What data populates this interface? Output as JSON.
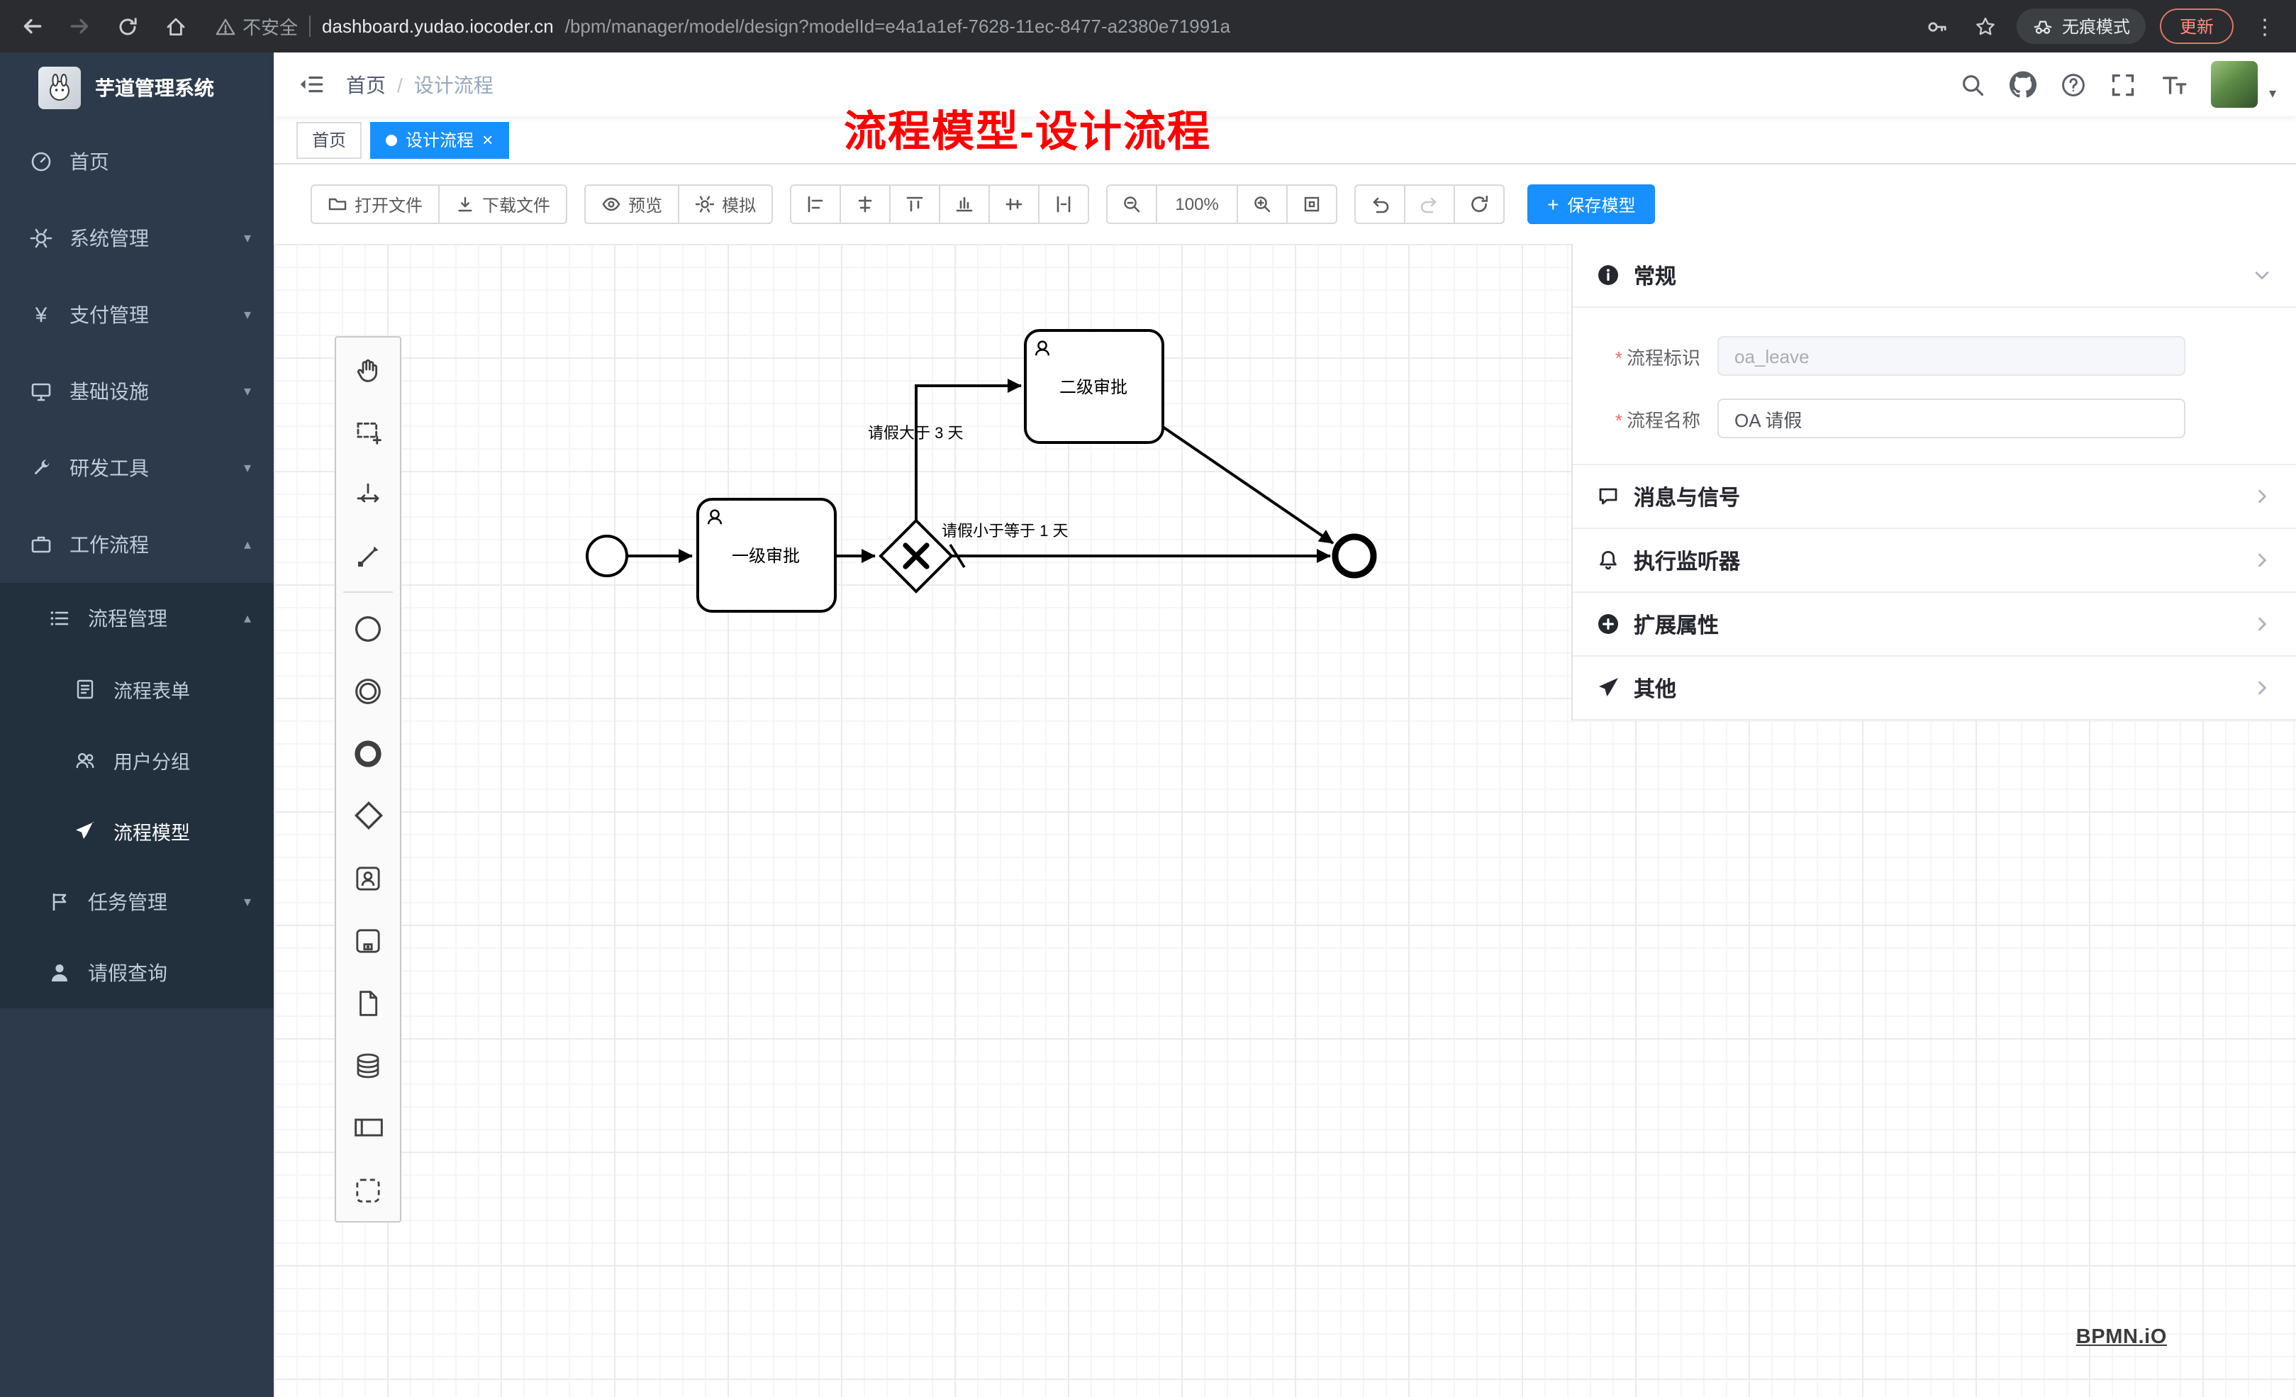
{
  "browser": {
    "secure_label": "不安全",
    "url_host": "dashboard.yudao.iocoder.cn",
    "url_path": "/bpm/manager/model/design?modelId=e4a1a1ef-7628-11ec-8477-a2380e71991a",
    "incognito_label": "无痕模式",
    "update_label": "更新"
  },
  "sidebar": {
    "title": "芋道管理系统",
    "items": [
      {
        "label": "首页"
      },
      {
        "label": "系统管理"
      },
      {
        "label": "支付管理"
      },
      {
        "label": "基础设施"
      },
      {
        "label": "研发工具"
      },
      {
        "label": "工作流程"
      }
    ],
    "sub": {
      "manage": {
        "label": "流程管理",
        "children": [
          {
            "label": "流程表单"
          },
          {
            "label": "用户分组"
          },
          {
            "label": "流程模型"
          }
        ]
      },
      "task": {
        "label": "任务管理"
      },
      "leave": {
        "label": "请假查询"
      }
    }
  },
  "header": {
    "breadcrumb_home": "首页",
    "breadcrumb_sep": "/",
    "breadcrumb_current": "设计流程",
    "annotation": "流程模型-设计流程"
  },
  "tabs": [
    {
      "label": "首页",
      "active": false
    },
    {
      "label": "设计流程",
      "active": true
    }
  ],
  "toolbar": {
    "open_file": "打开文件",
    "download_file": "下载文件",
    "preview": "预览",
    "simulate": "模拟",
    "zoom_level": "100%",
    "save_model": "保存模型"
  },
  "diagram": {
    "task1": "一级审批",
    "task2": "二级审批",
    "flow_gt": "请假大于 3 天",
    "flow_lte": "请假小于等于 1 天"
  },
  "panel": {
    "general_title": "常规",
    "required_mark": "*",
    "fields": [
      {
        "label": "流程标识",
        "value": "oa_leave"
      },
      {
        "label": "流程名称",
        "value": "OA 请假"
      }
    ],
    "sections": [
      {
        "label": "消息与信号"
      },
      {
        "label": "执行监听器"
      },
      {
        "label": "扩展属性"
      },
      {
        "label": "其他"
      }
    ]
  },
  "watermark": "BPMN.iO",
  "icons": {
    "close": "×",
    "plus": "+",
    "chevron_down": "▾",
    "chevron_up": "▴",
    "caret_down": "▾",
    "dots": "⋮",
    "star": "☆",
    "yen": "¥"
  },
  "colors": {
    "primary": "#1890ff",
    "annotation_red": "#ff0000",
    "sidebar_bg": "#2d3a4b",
    "submenu_bg": "#22303d"
  }
}
